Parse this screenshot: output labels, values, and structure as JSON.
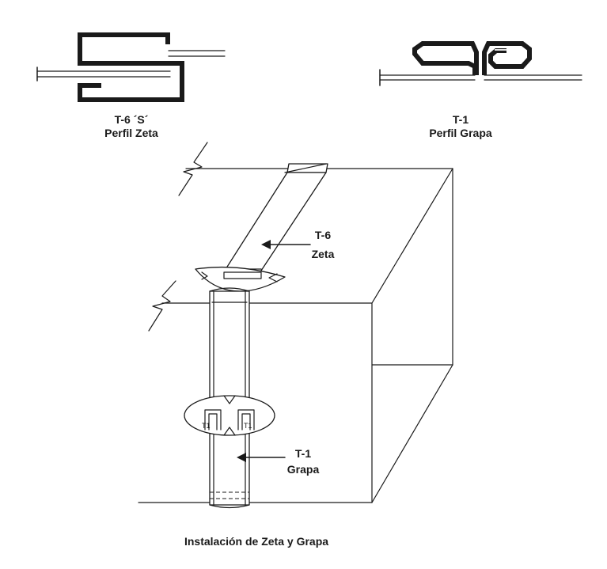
{
  "profiles": {
    "t6": {
      "line1": "T-6 ´S´",
      "line2": "Perfil Zeta"
    },
    "t1": {
      "line1": "T-1",
      "line2": "Perfil Grapa"
    }
  },
  "callouts": {
    "t6": {
      "line1": "T-6",
      "line2": "Zeta"
    },
    "t1": {
      "line1": "T-1",
      "line2": "Grapa"
    }
  },
  "detail_mark": "T1",
  "caption": "Instalación de Zeta y Grapa"
}
